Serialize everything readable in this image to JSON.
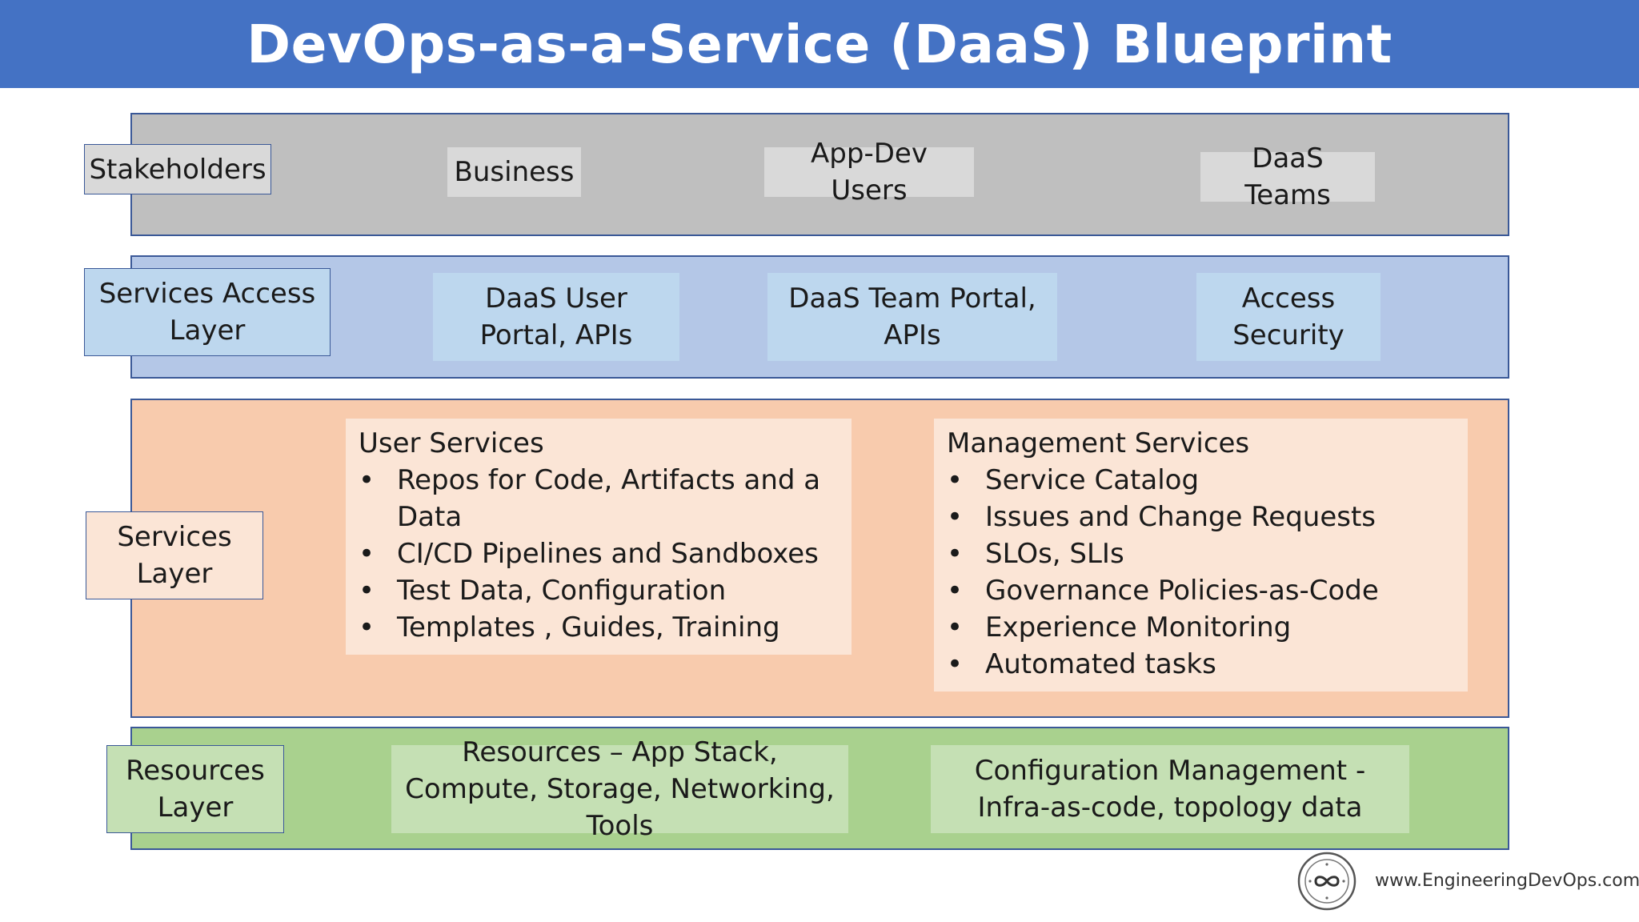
{
  "title": "DevOps-as-a-Service (DaaS) Blueprint",
  "layers": {
    "stakeholders": {
      "label": "Stakeholders",
      "items": [
        "Business",
        "App-Dev Users",
        "DaaS Teams"
      ]
    },
    "access": {
      "label": "Services Access Layer",
      "items": [
        "DaaS User Portal, APIs",
        "DaaS Team Portal, APIs",
        "Access Security"
      ]
    },
    "services": {
      "label": "Services Layer",
      "user": {
        "title": "User Services",
        "items": [
          "Repos for Code, Artifacts and a Data",
          "CI/CD Pipelines and Sandboxes",
          "Test Data, Configuration",
          "Templates , Guides, Training"
        ]
      },
      "management": {
        "title": "Management Services",
        "items": [
          "Service Catalog",
          "Issues and Change Requests",
          "SLOs, SLIs",
          "Governance Policies-as-Code",
          "Experience Monitoring",
          "Automated tasks"
        ]
      }
    },
    "resources": {
      "label": "Resources Layer",
      "items": [
        "Resources – App Stack, Compute, Storage, Networking, Tools",
        "Configuration Management - Infra-as-code, topology data"
      ]
    }
  },
  "footer": {
    "url": "www.EngineeringDevOps.com",
    "logo_icon": "infinity-seal-icon"
  },
  "colors": {
    "title_bar": "#4472c4",
    "stakeholders_band": "#bfbfbf",
    "access_band": "#b4c7e7",
    "services_band": "#f8cbad",
    "resources_band": "#a9d18e",
    "border": "#3a5897"
  }
}
